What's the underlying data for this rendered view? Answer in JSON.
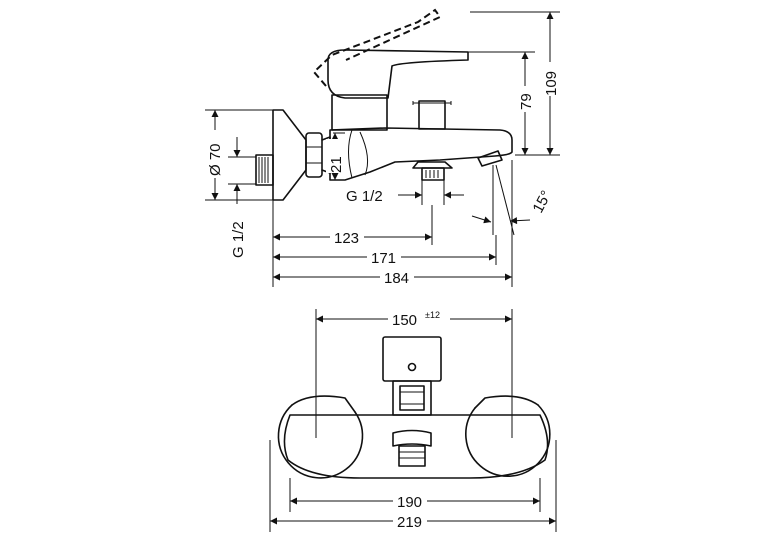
{
  "dimensions": {
    "height_total": "109",
    "height_outlet": "79",
    "diameter": "Ø 70",
    "thread_wall": "G 1/2",
    "spout_height": "21",
    "thread_outlet": "G 1/2",
    "angle": "15°",
    "depth_outlet": "123",
    "depth_spout": "171",
    "depth_total": "184",
    "center_distance": "150",
    "center_tolerance": "±12",
    "body_width": "190",
    "total_width": "219"
  }
}
